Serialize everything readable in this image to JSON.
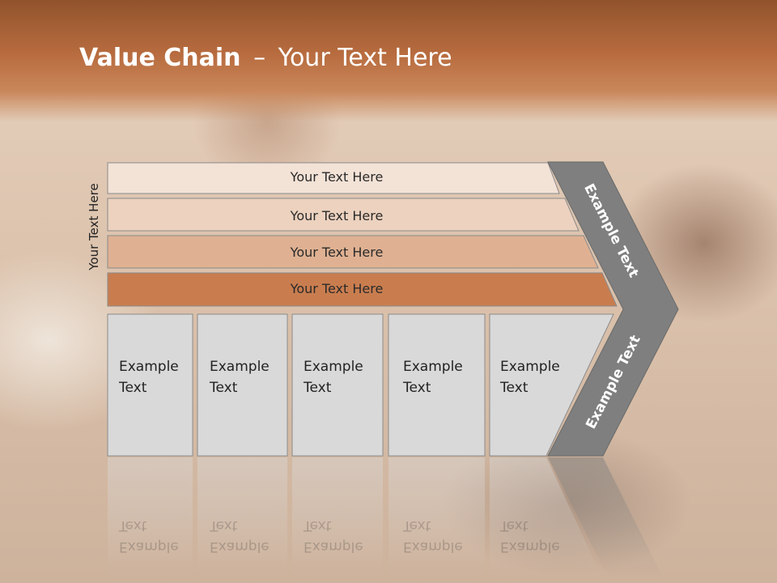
{
  "title": {
    "bold": "Value Chain",
    "separator": "–",
    "rest": "Your Text Here"
  },
  "side_label": "Your Text Here",
  "bars": [
    {
      "label": "Your Text Here",
      "color": "#f3e2d6"
    },
    {
      "label": "Your Text Here",
      "color": "#ecd2bf"
    },
    {
      "label": "Your Text Here",
      "color": "#dfb192"
    },
    {
      "label": "Your Text Here",
      "color": "#c97d4f"
    }
  ],
  "boxes": [
    {
      "line1": "Example",
      "line2": "Text"
    },
    {
      "line1": "Example",
      "line2": "Text"
    },
    {
      "line1": "Example",
      "line2": "Text"
    },
    {
      "line1": "Example",
      "line2": "Text"
    },
    {
      "line1": "Example",
      "line2": "Text"
    }
  ],
  "chevron_top_label": "Example Text",
  "chevron_bottom_label": "Example Text",
  "colors": {
    "header": "#b86c3f",
    "chevron": "#7f7f7f",
    "box_fill": "#d9d9d9"
  }
}
